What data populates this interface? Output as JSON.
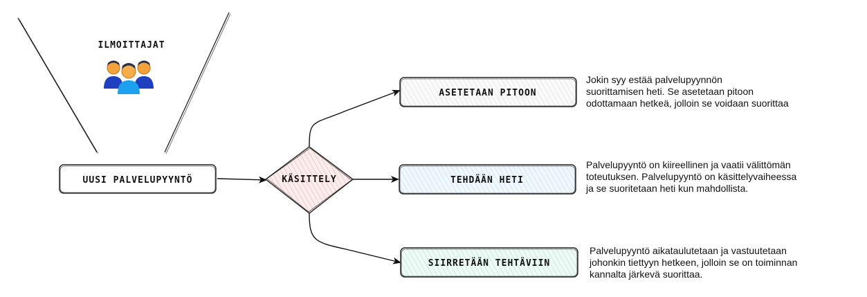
{
  "reporters": {
    "label": "ILMOITTAJAT",
    "icon": "user-group-icon"
  },
  "new_request": {
    "label": "UUSI PALVELUPYYNTÖ"
  },
  "processing": {
    "label": "KÄSITTELY",
    "fill": "#fce8e8"
  },
  "outcomes": [
    {
      "label": "ASETETAAN PITOON",
      "fill": "#f2f2f2",
      "description": [
        "Jokin syy estää palvelupyynnön",
        "suorittamisen heti. Se asetetaan pitoon",
        "odottamaan hetkeä, jolloin se voidaan suorittaa"
      ]
    },
    {
      "label": "TEHDÄÄN HETI",
      "fill": "#e6f2fb",
      "description": [
        "Palvelupyyntö on kiireellinen ja vaatii välittömän",
        "toteutuksen. Palvelupyyntö on käsittelyvaiheessa",
        "ja se suoritetaan heti kun mahdollista."
      ]
    },
    {
      "label": "SIIRRETÄÄN TEHTÄVIIN",
      "fill": "#e3f5ee",
      "description": [
        "Palvelupyyntö aikataulutetaan ja vastuutetaan",
        "johonkin tiettyyn hetkeen, jolloin se on toiminnan",
        "kannalta järkevä suorittaa."
      ]
    }
  ]
}
